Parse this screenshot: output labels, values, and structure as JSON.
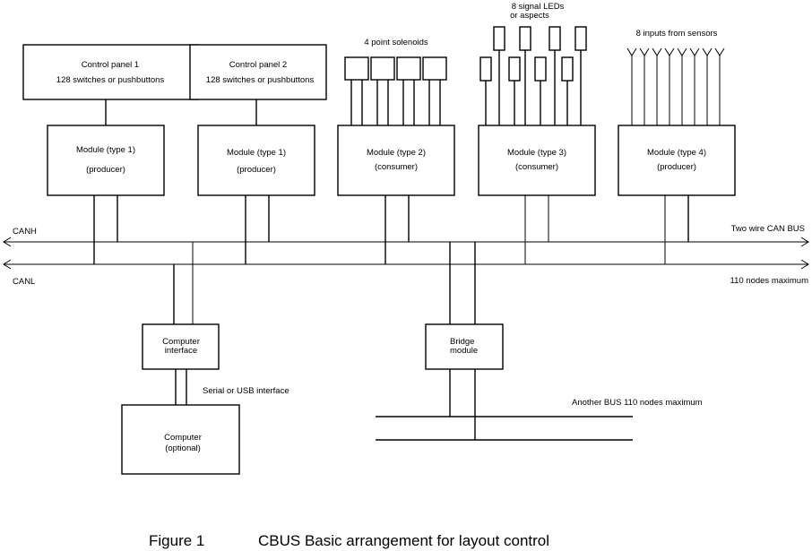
{
  "control_panel_1": {
    "title": "Control panel 1",
    "subtitle": "128 switches or pushbuttons"
  },
  "control_panel_2": {
    "title": "Control panel 2",
    "subtitle": "128 switches or pushbuttons"
  },
  "module_1": {
    "title": "Module (type 1)",
    "role": "(producer)"
  },
  "module_2": {
    "title": "Module (type 1)",
    "role": "(producer)"
  },
  "module_3": {
    "title": "Module (type 2)",
    "role": "(consumer)"
  },
  "module_4": {
    "title": "Module (type 3)",
    "role": "(consumer)"
  },
  "module_5": {
    "title": "Module (type 4)",
    "role": "(producer)"
  },
  "solenoids_label": "4 point solenoids",
  "leds_label_line1": "8 signal LEDs",
  "leds_label_line2": "or aspects",
  "sensors_label": "8 inputs from sensors",
  "canh_label": "CANH",
  "canl_label": "CANL",
  "bus_label": "Two wire CAN BUS",
  "nodes_label": "110 nodes maximum",
  "computer_interface": {
    "line1": "Computer",
    "line2": "interface"
  },
  "bridge_module": {
    "line1": "Bridge",
    "line2": "module"
  },
  "serial_label": "Serial or USB interface",
  "computer": {
    "line1": "Computer",
    "line2": "(optional)"
  },
  "another_bus_label": "Another BUS 110 nodes maximum",
  "caption": {
    "figure": "Figure 1",
    "title": "CBUS  Basic arrangement for layout control"
  }
}
